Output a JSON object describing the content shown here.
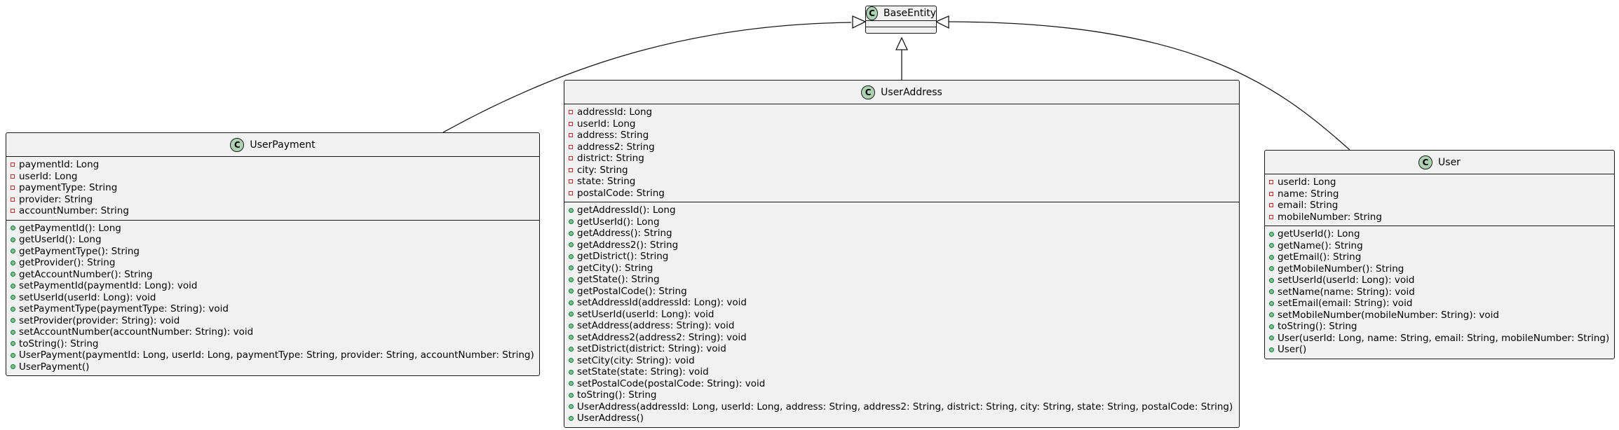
{
  "diagram": {
    "classes": [
      {
        "id": "BaseEntity",
        "stereotype_glyph": "C",
        "name": "BaseEntity",
        "fields": [],
        "methods": []
      },
      {
        "id": "UserPayment",
        "stereotype_glyph": "C",
        "name": "UserPayment",
        "fields": [
          "paymentId: Long",
          "userId: Long",
          "paymentType: String",
          "provider: String",
          "accountNumber: String"
        ],
        "methods": [
          "getPaymentId(): Long",
          "getUserId(): Long",
          "getPaymentType(): String",
          "getProvider(): String",
          "getAccountNumber(): String",
          "setPaymentId(paymentId: Long): void",
          "setUserId(userId: Long): void",
          "setPaymentType(paymentType: String): void",
          "setProvider(provider: String): void",
          "setAccountNumber(accountNumber: String): void",
          "toString(): String",
          "UserPayment(paymentId: Long, userId: Long, paymentType: String, provider: String, accountNumber: String)",
          "UserPayment()"
        ]
      },
      {
        "id": "UserAddress",
        "stereotype_glyph": "C",
        "name": "UserAddress",
        "fields": [
          "addressId: Long",
          "userId: Long",
          "address: String",
          "address2: String",
          "district: String",
          "city: String",
          "state: String",
          "postalCode: String"
        ],
        "methods": [
          "getAddressId(): Long",
          "getUserId(): Long",
          "getAddress(): String",
          "getAddress2(): String",
          "getDistrict(): String",
          "getCity(): String",
          "getState(): String",
          "getPostalCode(): String",
          "setAddressId(addressId: Long): void",
          "setUserId(userId: Long): void",
          "setAddress(address: String): void",
          "setAddress2(address2: String): void",
          "setDistrict(district: String): void",
          "setCity(city: String): void",
          "setState(state: String): void",
          "setPostalCode(postalCode: String): void",
          "toString(): String",
          "UserAddress(addressId: Long, userId: Long, address: String, address2: String, district: String, city: String, state: String, postalCode: String)",
          "UserAddress()"
        ]
      },
      {
        "id": "User",
        "stereotype_glyph": "C",
        "name": "User",
        "fields": [
          "userId: Long",
          "name: String",
          "email: String",
          "mobileNumber: String"
        ],
        "methods": [
          "getUserId(): Long",
          "getName(): String",
          "getEmail(): String",
          "getMobileNumber(): String",
          "setUserId(userId: Long): void",
          "setName(name: String): void",
          "setEmail(email: String): void",
          "setMobileNumber(mobileNumber: String): void",
          "toString(): String",
          "User(userId: Long, name: String, email: String, mobileNumber: String)",
          "User()"
        ]
      }
    ],
    "relations": [
      {
        "type": "generalization",
        "from": "UserPayment",
        "to": "BaseEntity"
      },
      {
        "type": "generalization",
        "from": "UserAddress",
        "to": "BaseEntity"
      },
      {
        "type": "generalization",
        "from": "User",
        "to": "BaseEntity"
      }
    ],
    "colors": {
      "class_fill": "#f1f1f1",
      "border": "#181818",
      "class_badge": "#add1b2",
      "private_marker": "#c82930",
      "public_marker": "#84be84"
    },
    "field_visibility_icon": "private-square-icon",
    "method_visibility_icon": "public-circle-icon"
  }
}
